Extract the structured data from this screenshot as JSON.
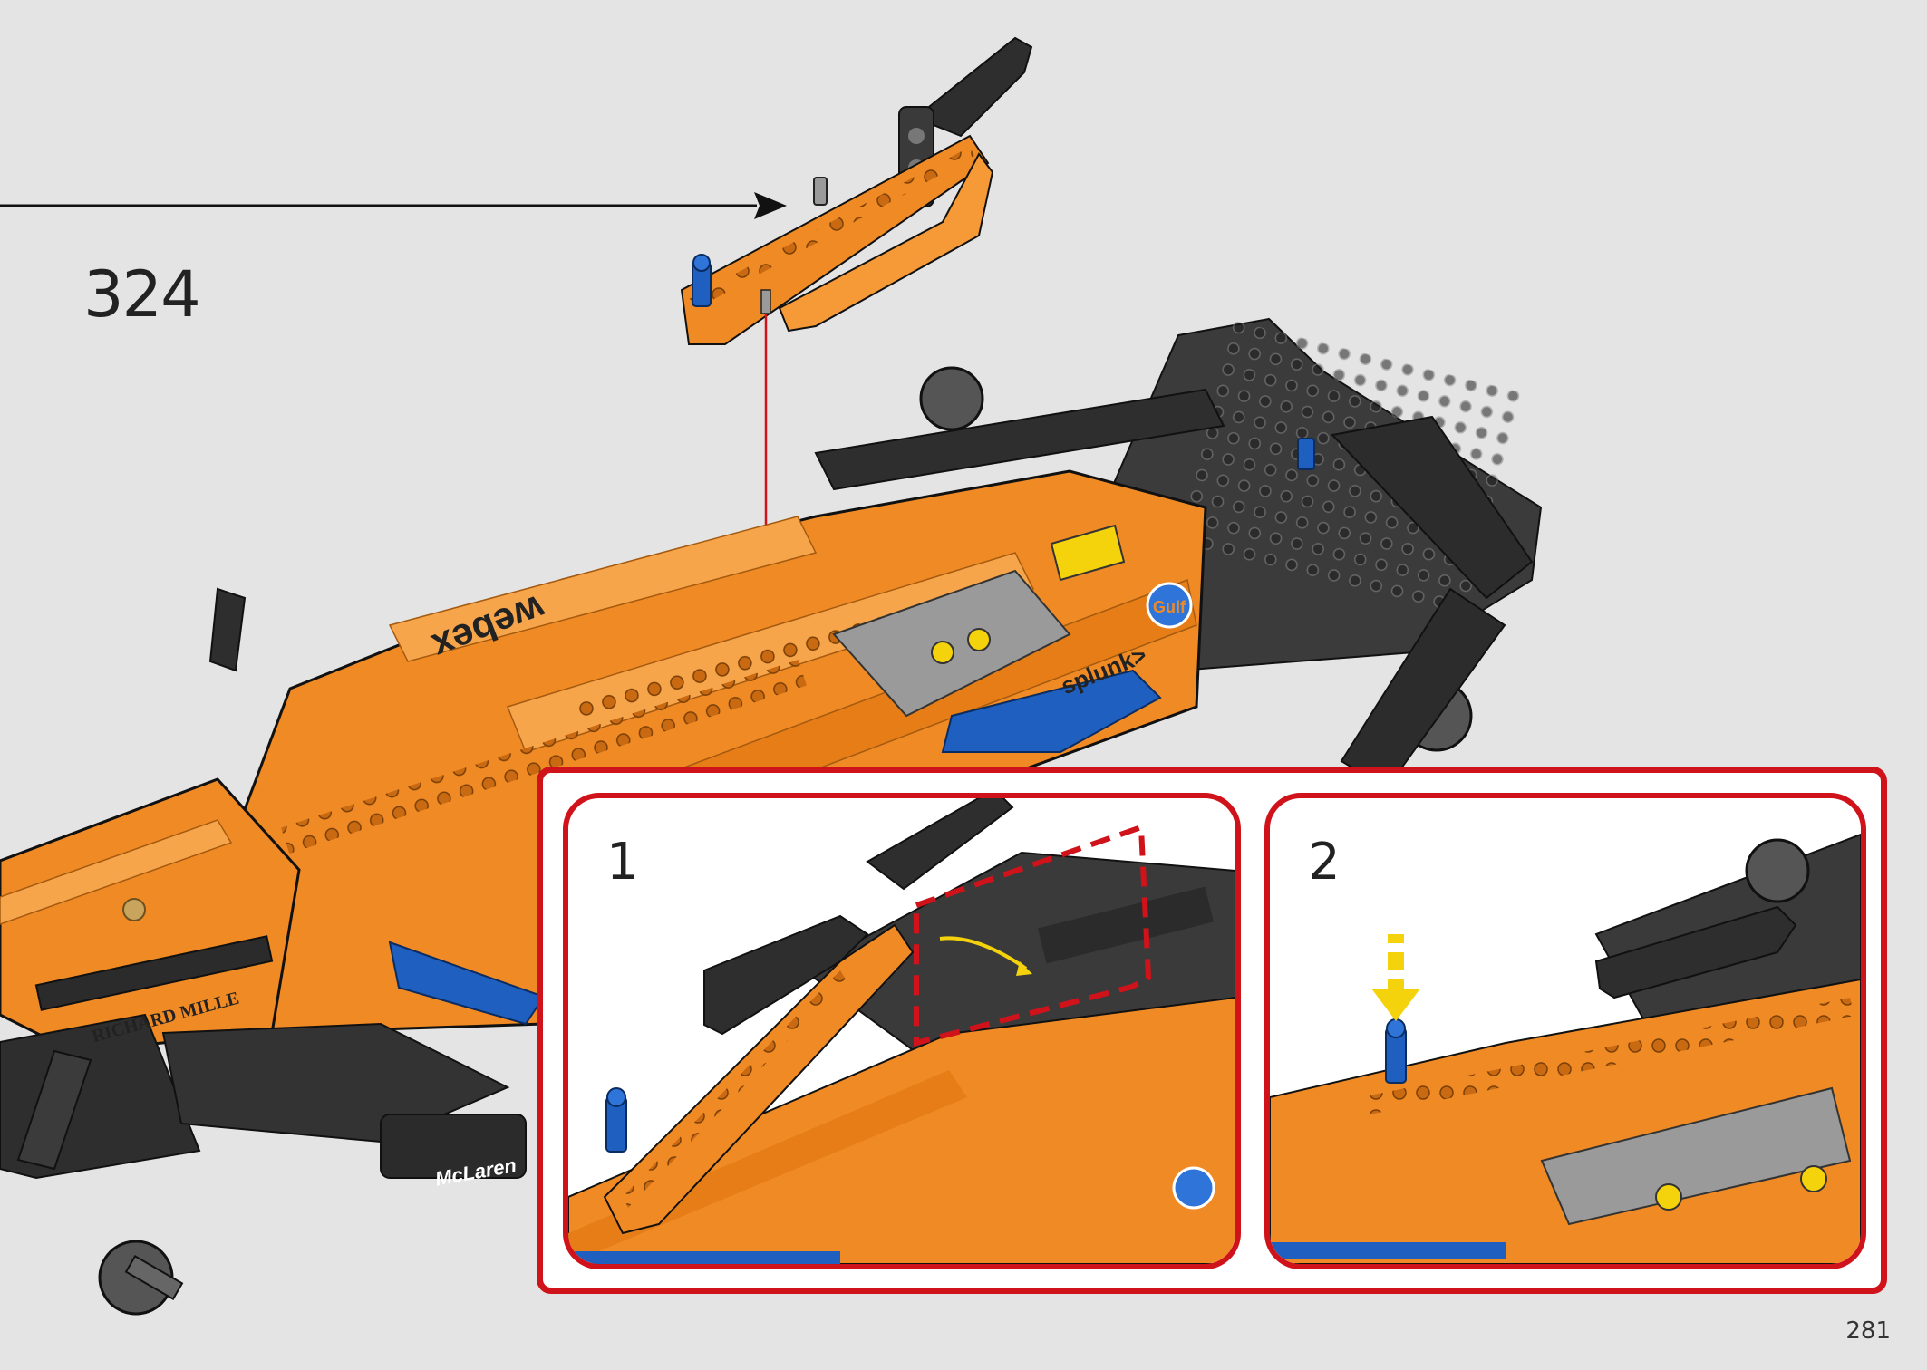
{
  "step": {
    "number": "324"
  },
  "page": {
    "number": "281"
  },
  "callout": {
    "substeps": [
      {
        "label": "1"
      },
      {
        "label": "2"
      }
    ]
  },
  "decals": {
    "sponsor_1": "webex",
    "sponsor_2": "splunk>",
    "sponsor_3": "Gulf",
    "sponsor_4": "RICHARD MILLE",
    "sponsor_5": "McLaren"
  },
  "colors": {
    "background": "#e4e4e4",
    "callout_border": "#d0121b",
    "brick_orange": "#f08a24",
    "brick_dark": "#3a3a3a",
    "brick_blue": "#1f5fbf",
    "brick_yellow": "#f4d20c",
    "assembly_line": "#d0121b"
  },
  "icons": {
    "arrow": "arrow-right-icon",
    "push_arrow": "push-down-arrow-icon",
    "rotate_arrow": "rotate-arrow-icon"
  }
}
